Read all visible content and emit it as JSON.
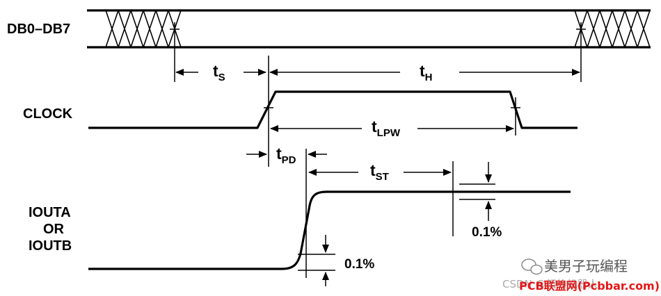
{
  "signals": {
    "db": "DB0–DB7",
    "clock": "CLOCK",
    "iout_line1": "IOUTA",
    "iout_line2": "OR",
    "iout_line3": "IOUTB"
  },
  "timing": {
    "ts": {
      "main": "t",
      "sub": "S"
    },
    "th": {
      "main": "t",
      "sub": "H"
    },
    "tlpw": {
      "main": "t",
      "sub": "LPW"
    },
    "tpd": {
      "main": "t",
      "sub": "PD"
    },
    "tst": {
      "main": "t",
      "sub": "ST"
    }
  },
  "annotations": {
    "pct_upper": "0.1%",
    "pct_lower": "0.1%"
  },
  "watermark": {
    "channel": "美男子玩编程",
    "csdn": "CSDN @相的机器人",
    "site": "PCB联盟网(Pcbbar.com)"
  }
}
